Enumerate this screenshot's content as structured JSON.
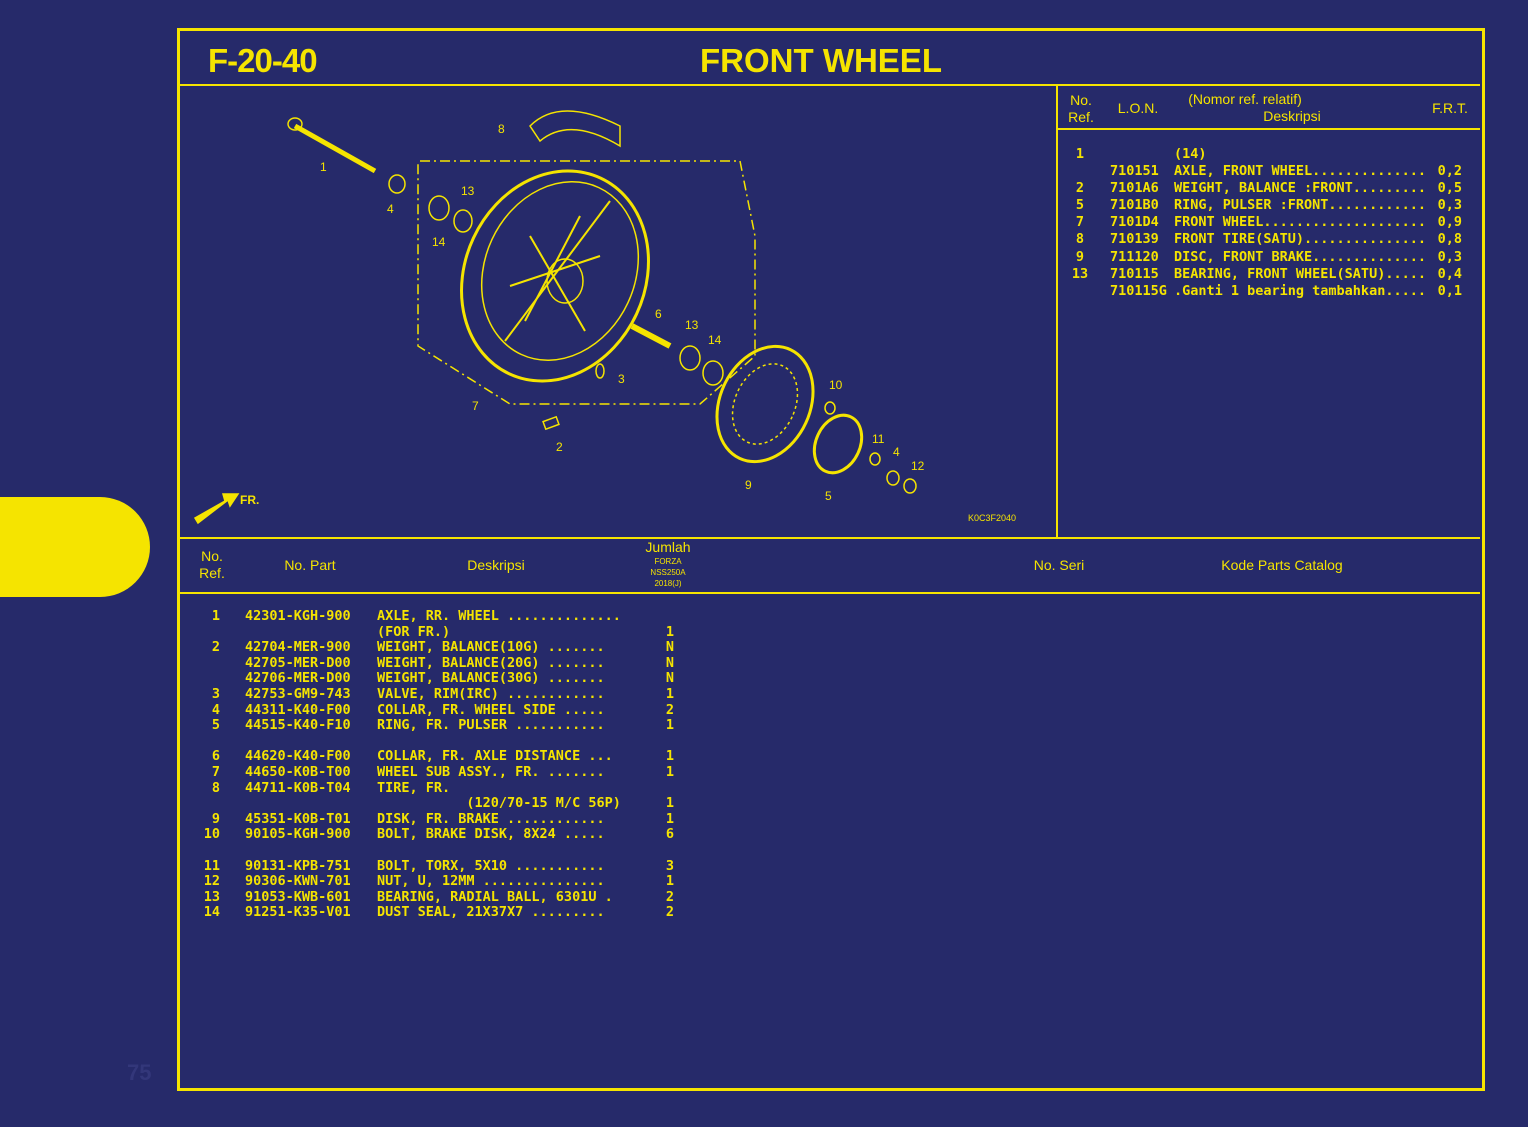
{
  "header": {
    "code": "F-20-40",
    "title": "FRONT WHEEL"
  },
  "diagram": {
    "fig_code": "K0C3F2040",
    "front_label": "FR.",
    "callouts": [
      "1",
      "2",
      "3",
      "4",
      "4",
      "5",
      "6",
      "7",
      "8",
      "9",
      "10",
      "11",
      "12",
      "13",
      "13",
      "14",
      "14"
    ]
  },
  "lon_table": {
    "headers": {
      "ref": "No.\nRef.",
      "lon": "L.O.N.",
      "desc_top": "(Nomor ref. relatif)",
      "desc": "Deskripsi",
      "frt": "F.R.T."
    },
    "rows": [
      {
        "ref": "1",
        "lon": "",
        "desc": "(14)",
        "frt": ""
      },
      {
        "ref": "",
        "lon": "710151",
        "desc": "AXLE, FRONT WHEEL..............",
        "frt": "0,2"
      },
      {
        "ref": "2",
        "lon": "7101A6",
        "desc": "WEIGHT, BALANCE :FRONT.........",
        "frt": "0,5"
      },
      {
        "ref": "5",
        "lon": "7101B0",
        "desc": "RING, PULSER :FRONT............",
        "frt": "0,3"
      },
      {
        "ref": "7",
        "lon": "7101D4",
        "desc": "FRONT WHEEL....................",
        "frt": "0,9"
      },
      {
        "ref": "8",
        "lon": "710139",
        "desc": "FRONT TIRE(SATU)...............",
        "frt": "0,8"
      },
      {
        "ref": "9",
        "lon": "711120",
        "desc": "DISC, FRONT BRAKE..............",
        "frt": "0,3"
      },
      {
        "ref": "13",
        "lon": "710115",
        "desc": "BEARING, FRONT WHEEL(SATU).....",
        "frt": "0,4"
      },
      {
        "ref": "",
        "lon": "710115G",
        "desc": ".Ganti 1 bearing tambahkan.....",
        "frt": "0,1"
      }
    ]
  },
  "parts_table": {
    "headers": {
      "ref": "No.\nRef.",
      "part": "No. Part",
      "desc": "Deskripsi",
      "qty": "Jumlah",
      "model1": "FORZA",
      "model2": "NSS250A",
      "model3": "2018(J)",
      "serial": "No. Seri",
      "catalog": "Kode Parts Catalog"
    },
    "rows": [
      {
        "ref": "1",
        "part": "42301-KGH-900",
        "desc": "AXLE, RR. WHEEL ..............",
        "qty": ""
      },
      {
        "ref": "",
        "part": "",
        "desc": "(FOR FR.)",
        "qty": "1"
      },
      {
        "ref": "2",
        "part": "42704-MER-900",
        "desc": "WEIGHT, BALANCE(10G) .......",
        "qty": "N"
      },
      {
        "ref": "",
        "part": "42705-MER-D00",
        "desc": "WEIGHT, BALANCE(20G) .......",
        "qty": "N"
      },
      {
        "ref": "",
        "part": "42706-MER-D00",
        "desc": "WEIGHT, BALANCE(30G) .......",
        "qty": "N"
      },
      {
        "ref": "3",
        "part": "42753-GM9-743",
        "desc": "VALVE, RIM(IRC) ............",
        "qty": "1"
      },
      {
        "ref": "4",
        "part": "44311-K40-F00",
        "desc": "COLLAR, FR. WHEEL SIDE .....",
        "qty": "2"
      },
      {
        "ref": "5",
        "part": "44515-K40-F10",
        "desc": "RING, FR. PULSER ...........",
        "qty": "1"
      },
      {
        "ref": "",
        "part": "",
        "desc": "",
        "qty": ""
      },
      {
        "ref": "6",
        "part": "44620-K40-F00",
        "desc": "COLLAR, FR. AXLE DISTANCE ...",
        "qty": "1"
      },
      {
        "ref": "7",
        "part": "44650-K0B-T00",
        "desc": "WHEEL SUB ASSY., FR. .......",
        "qty": "1"
      },
      {
        "ref": "8",
        "part": "44711-K0B-T04",
        "desc": "TIRE, FR.",
        "qty": ""
      },
      {
        "ref": "",
        "part": "",
        "desc": "           (120/70-15 M/C 56P)",
        "qty": "1"
      },
      {
        "ref": "9",
        "part": "45351-K0B-T01",
        "desc": "DISK, FR. BRAKE ............",
        "qty": "1"
      },
      {
        "ref": "10",
        "part": "90105-KGH-900",
        "desc": "BOLT, BRAKE DISK, 8X24 .....",
        "qty": "6"
      },
      {
        "ref": "",
        "part": "",
        "desc": "",
        "qty": ""
      },
      {
        "ref": "11",
        "part": "90131-KPB-751",
        "desc": "BOLT, TORX, 5X10 ...........",
        "qty": "3"
      },
      {
        "ref": "12",
        "part": "90306-KWN-701",
        "desc": "NUT, U, 12MM ...............",
        "qty": "1"
      },
      {
        "ref": "13",
        "part": "91053-KWB-601",
        "desc": "BEARING, RADIAL BALL, 6301U .",
        "qty": "2"
      },
      {
        "ref": "14",
        "part": "91251-K35-V01",
        "desc": "DUST SEAL, 21X37X7 .........",
        "qty": "2"
      }
    ]
  },
  "page_number": "75",
  "colors": {
    "background": "#262a6a",
    "accent": "#f5e400"
  }
}
